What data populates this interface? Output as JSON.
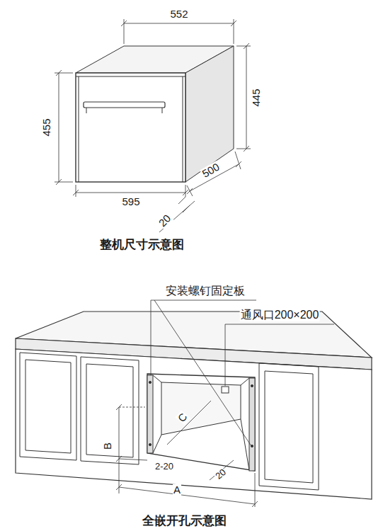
{
  "diagram": {
    "labels": [
      "552",
      "445",
      "455",
      "500",
      "595",
      "20",
      "整机尺寸示意图",
      "安装螺钉固定板",
      "通风口200×200",
      "C",
      "B",
      "2-20",
      "20",
      "A",
      "全嵌开孔示意图"
    ]
  }
}
